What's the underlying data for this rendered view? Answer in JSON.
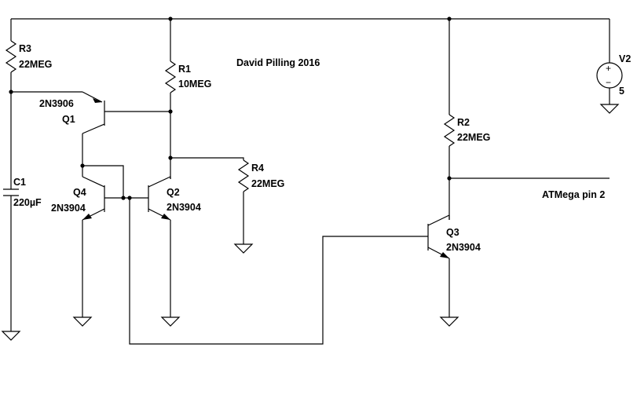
{
  "title": "David Pilling 2016",
  "components": {
    "r1": {
      "name": "R1",
      "value": "10MEG"
    },
    "r2": {
      "name": "R2",
      "value": "22MEG"
    },
    "r3": {
      "name": "R3",
      "value": "22MEG"
    },
    "r4": {
      "name": "R4",
      "value": "22MEG"
    },
    "c1": {
      "name": "C1",
      "value": "220µF"
    },
    "q1": {
      "name": "Q1",
      "model": "2N3906"
    },
    "q2": {
      "name": "Q2",
      "model": "2N3904"
    },
    "q3": {
      "name": "Q3",
      "model": "2N3904"
    },
    "q4": {
      "name": "Q4",
      "model": "2N3904"
    },
    "v2": {
      "name": "V2",
      "value": "5",
      "plus": "+",
      "minus": "−"
    }
  },
  "net_labels": {
    "output": "ATMega pin 2"
  }
}
